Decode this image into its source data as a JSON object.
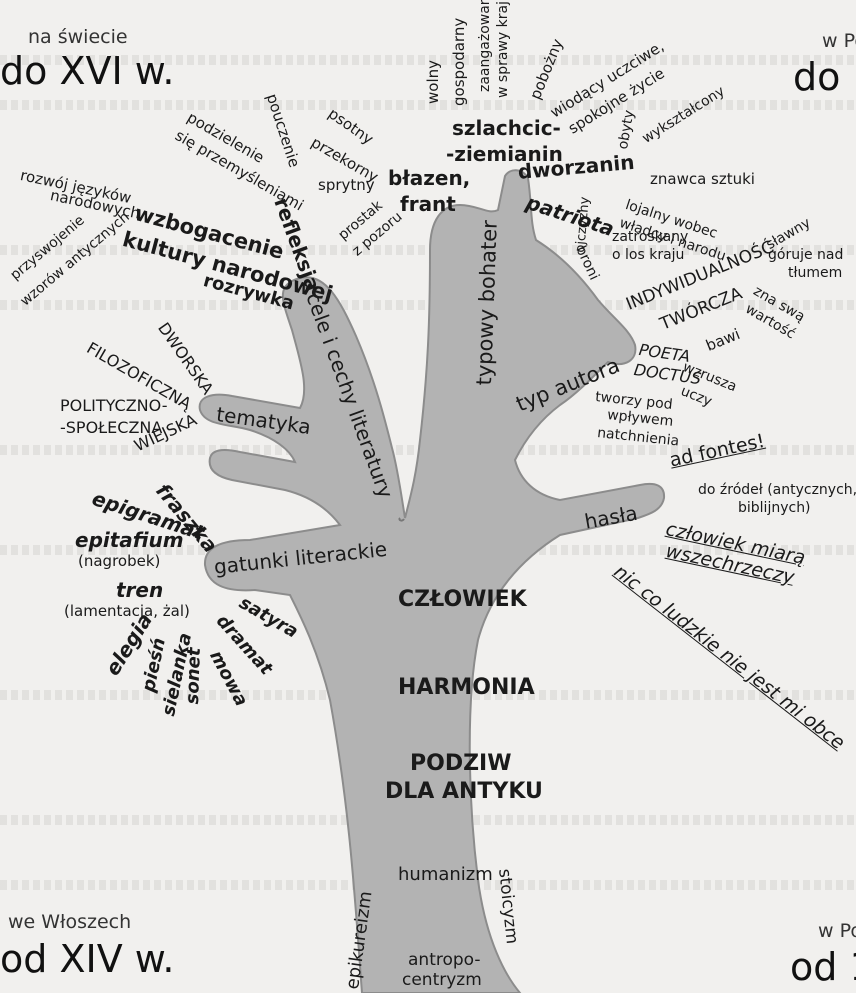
{
  "corners": {
    "top_left_small": "na świecie",
    "top_left_big": "do XVI w.",
    "top_right_small": "w Po",
    "top_right_big": "do 1",
    "bottom_left_small": "we Włoszech",
    "bottom_left_big": "od XIV w.",
    "bottom_right_small": "w Po",
    "bottom_right_big": "od 1"
  },
  "trunk": {
    "czlowiek": "CZŁOWIEK",
    "harmonia": "HARMONIA",
    "podziw_1": "PODZIW",
    "podziw_2": "DLA ANTYKU",
    "humanizm": "humanizm",
    "epikureizm": "epikureizm",
    "stoicyzm": "stoicyzm",
    "antropo_1": "antropo-",
    "antropo_2": "centryzm"
  },
  "branches": {
    "gatunki": "gatunki literackie",
    "tematyka": "tematyka",
    "cele": "cele i cechy literatury",
    "typowy": "typowy bohater",
    "typ_autora": "typ autora",
    "hasla": "hasła"
  },
  "genres": {
    "epigramat": "epigramat",
    "fraszka": "fraszka",
    "epitafium": "epitafium",
    "nagrobek": "(nagrobek)",
    "tren": "tren",
    "lamentacja": "(lamentacja, żal)",
    "elegia": "elegia",
    "piesn": "pieśń",
    "sielanka": "sielanka",
    "sonet": "sonet",
    "mowa": "mowa",
    "dramat": "dramat",
    "satyra": "satyra"
  },
  "themes": {
    "dworska": "DWORSKA",
    "filozoficzna": "FILOZOFICZNĄ",
    "polityczno_1": "POLITYCZNO-",
    "polityczno_2": "-SPOŁECZNA",
    "wiejska": "WIEJSKA"
  },
  "goals": {
    "rozwoj_1": "rozwój języków",
    "rozwoj_2": "narodowych",
    "przyswojenie_1": "przyswojenie",
    "przyswojenie_2": "wzorów antycznych",
    "wzbogacenie_1": "wzbogacenie",
    "wzbogacenie_2": "kultury narodowej",
    "rozrywka": "rozrywka",
    "refleksja": "refleksja",
    "podzielenie_1": "podzielenie",
    "podzielenie_2": "się przemyśleniami",
    "pouczenie": "pouczenie"
  },
  "heroes": {
    "psotny": "psotny",
    "przekorny": "przekorny",
    "sprytny": "sprytny",
    "prostak_1": "prostak",
    "prostak_2": "z pozoru",
    "blazen_1": "błazen,",
    "blazen_2": "frant",
    "wolny": "wolny",
    "gospodarny": "gospodarny",
    "zaangazowany_1": "zaangażowany",
    "zaangazowany_2": "w sprawy kraju",
    "pobozny": "pobożny",
    "wiodacy_1": "wiodący uczciwe,",
    "wiodacy_2": "spokojne życie",
    "szlachcic_1": "szlachcic-",
    "szlachcic_2": "-ziemianin",
    "dworzanin": "dworzanin",
    "obyty": "obyty",
    "wyksztalcony": "wykształcony",
    "znawca": "znawca sztuki",
    "lojalny_1": "lojalny wobec",
    "lojalny_2": "władcy i narodu",
    "patriota": "patriota",
    "zatroskany_1": "zatroskany",
    "zatroskany_2": "o los kraju",
    "broni_1": "broni",
    "broni_2": "ojczyzny"
  },
  "authors": {
    "slawny": "sławny",
    "goruje_1": "góruje nad",
    "goruje_2": "tłumem",
    "znaswa_1": "zna swą",
    "znaswa_2": "wartość",
    "indywidualnosc": "INDYWIDUALNOŚĆ",
    "tworcza": "TWÓRCZA",
    "bawi": "bawi",
    "poeta_1": "POETA",
    "poeta_2": "DOCTUS",
    "wzrusza": "wzrusza",
    "uczy": "uczy",
    "tworzy_1": "tworzy pod",
    "tworzy_2": "wpływem",
    "tworzy_3": "natchnienia"
  },
  "slogans": {
    "ad_fontes": "ad fontes!",
    "do_zrodel_1": "do źródeł (antycznych,",
    "do_zrodel_2": "biblijnych)",
    "czlowiek_miara_1": "człowiek miarą",
    "czlowiek_miara_2": "wszechrzeczy",
    "nic_co": "nic co ludzkie nie jest mi obce"
  },
  "colors": {
    "tree": "#b3b3b3",
    "tree_edge": "#8c8c8c",
    "ink": "#1a1a1a"
  }
}
